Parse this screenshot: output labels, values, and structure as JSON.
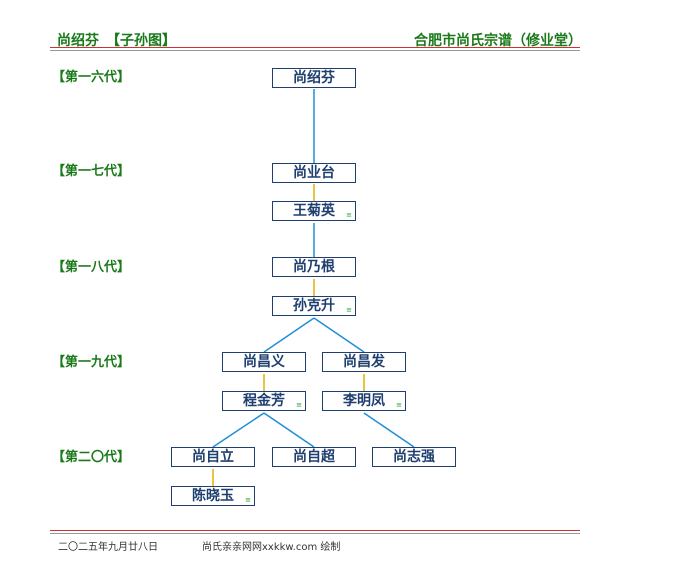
{
  "header": {
    "left_title": "尚绍芬　【子孙图】",
    "right_title": "合肥市尚氏宗谱（修业堂）"
  },
  "generations": [
    {
      "id": "g16",
      "label": "【第一六代】"
    },
    {
      "id": "g17",
      "label": "【第一七代】"
    },
    {
      "id": "g18",
      "label": "【第一八代】"
    },
    {
      "id": "g19",
      "label": "【第一九代】"
    },
    {
      "id": "g20",
      "label": "【第二〇代】"
    }
  ],
  "persons": {
    "p1": {
      "name": "尚绍芬",
      "mark": false
    },
    "p2": {
      "name": "尚业台",
      "mark": false
    },
    "p3": {
      "name": "王菊英",
      "mark": true
    },
    "p4": {
      "name": "尚乃根",
      "mark": false
    },
    "p5": {
      "name": "孙克升",
      "mark": true
    },
    "p6": {
      "name": "尚昌义",
      "mark": false
    },
    "p7": {
      "name": "尚昌发",
      "mark": false
    },
    "p8": {
      "name": "程金芳",
      "mark": true
    },
    "p9": {
      "name": "李明凤",
      "mark": true
    },
    "p10": {
      "name": "尚自立",
      "mark": false
    },
    "p11": {
      "name": "尚自超",
      "mark": false
    },
    "p12": {
      "name": "尚志强",
      "mark": false
    },
    "p13": {
      "name": "陈晓玉",
      "mark": true
    }
  },
  "mark_text": "≡",
  "footer": {
    "date": "二〇二五年九月廿八日",
    "credit": "尚氏亲亲网网xxkkw.com 绘制"
  },
  "colors": {
    "header_text": "#1a7a1a",
    "box_border": "#1e3f6f",
    "lineage_line": "#1e8fd6",
    "spouse_line": "#e0b000",
    "rule_red": "#cc3333"
  }
}
